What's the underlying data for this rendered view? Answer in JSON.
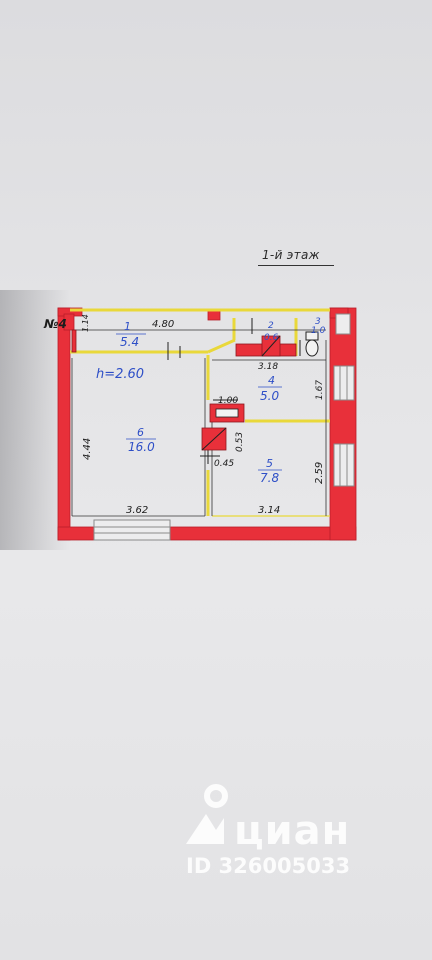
{
  "floor_title": "1-й этаж",
  "apartment_number": "№4",
  "ceiling_height": "h=2.60",
  "rooms": [
    {
      "number": "1",
      "area": "5.4"
    },
    {
      "number": "2",
      "area": "0.6"
    },
    {
      "number": "3",
      "area": "1.0"
    },
    {
      "number": "4",
      "area": "5.0"
    },
    {
      "number": "5",
      "area": "7.8"
    },
    {
      "number": "6",
      "area": "16.0"
    }
  ],
  "dimensions": [
    "4.80",
    "1.14",
    "3.18",
    "1.67",
    "1.00",
    "0.53",
    "0.45",
    "4.44",
    "2.59",
    "3.62",
    "3.14"
  ],
  "watermark": {
    "name": "циан",
    "id": "ID 326005033"
  },
  "colors": {
    "wall": "#e8303a",
    "wall_stroke": "#b81f2a",
    "partition": "#e9d83a",
    "room_label": "#2e4fc7"
  }
}
